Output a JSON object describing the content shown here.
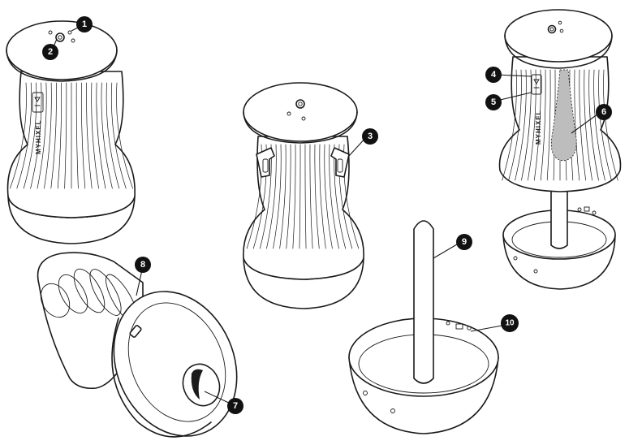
{
  "callouts": [
    {
      "id": "1",
      "label": "1"
    },
    {
      "id": "2",
      "label": "2"
    },
    {
      "id": "3",
      "label": "3"
    },
    {
      "id": "4",
      "label": "4"
    },
    {
      "id": "5",
      "label": "5"
    },
    {
      "id": "6",
      "label": "6"
    },
    {
      "id": "7",
      "label": "7"
    },
    {
      "id": "8",
      "label": "8"
    },
    {
      "id": "9",
      "label": "9"
    },
    {
      "id": "10",
      "label": "10"
    }
  ],
  "brand": {
    "text_a": "MYHIXEL",
    "text_b": "MYHIXEL"
  },
  "colors": {
    "line": "#1a1a1a",
    "badge": "#111111",
    "highlight": "#bdbdbd"
  }
}
